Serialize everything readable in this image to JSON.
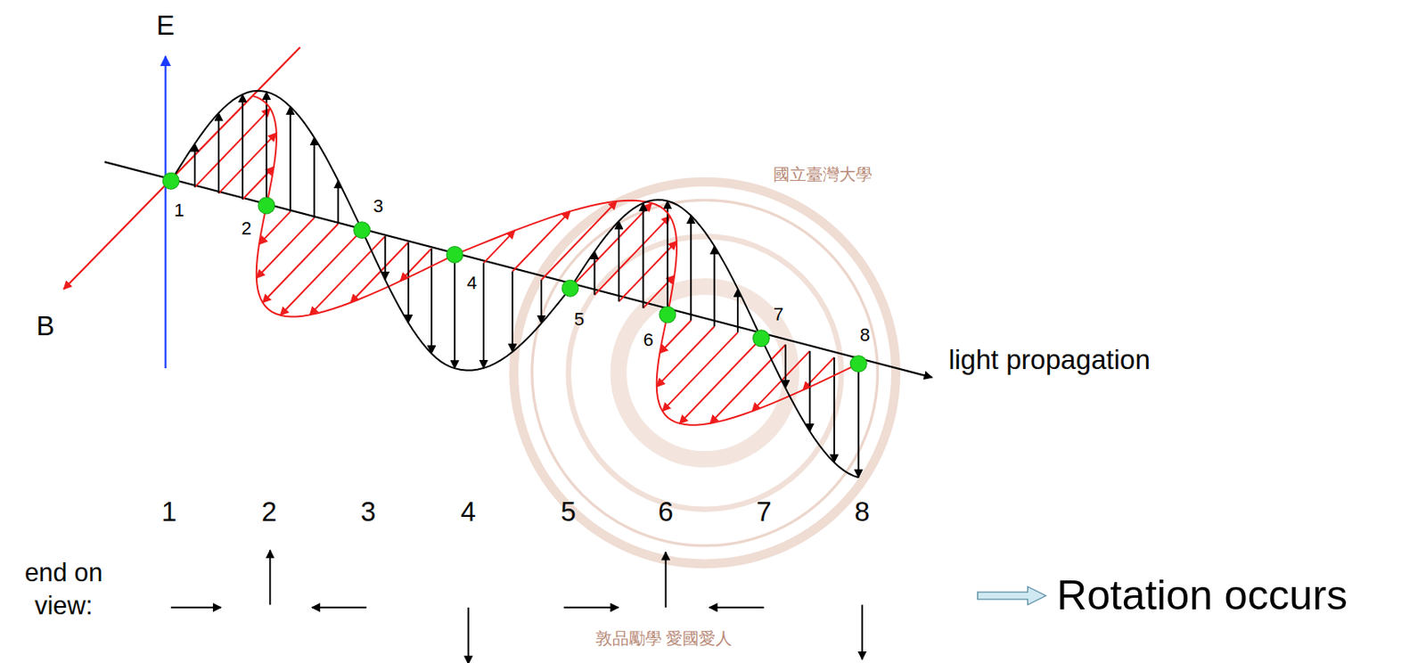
{
  "diagram": {
    "labels": [
      "E",
      "B",
      "1",
      "2",
      "3",
      "4",
      "5",
      "6",
      "7",
      "8",
      "light propagation",
      "1",
      "2",
      "3",
      "4",
      "5",
      "6",
      "7",
      "8",
      "end on view:",
      "Rotation occurs",
      "國立臺灣大學",
      "敦品勵學 愛國愛人"
    ]
  }
}
